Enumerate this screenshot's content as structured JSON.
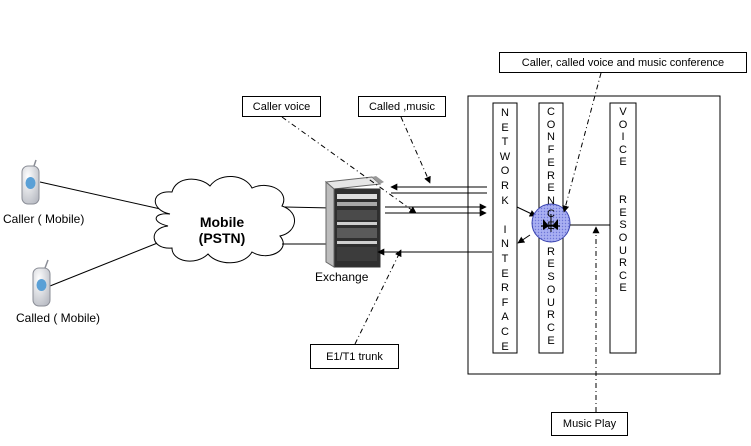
{
  "labels": {
    "caller_mobile": "Caller ( Mobile)",
    "called_mobile": "Called ( Mobile)",
    "cloud_line1": "Mobile",
    "cloud_line2": "(PSTN)",
    "exchange": "Exchange"
  },
  "callouts": {
    "caller_voice": "Caller voice",
    "called_music": "Called ,music",
    "conference": "Caller, called voice and  music conference",
    "e1t1": "E1/T1 trunk",
    "music_play": "Music Play"
  },
  "columns": {
    "network": "N\nE\nT\nW\nO\nR\nK\n \nI\nN\nT\nE\nR\nF\nA\nC\nE",
    "conference": "C\nO\nN\nF\nE\nR\nE\nN\nC\nE\n \nR\nE\nS\nO\nU\nR\nC\nE",
    "voice": "V\nO\nI\nC\nE\n \n \nR\nE\nS\nO\nU\nR\nC\nE"
  },
  "colors": {
    "phone_screen": "#5aa0d6",
    "conference_node": "#9fa6ee"
  },
  "icons": {
    "mobile_phone": "mobile-phone-icon",
    "exchange": "server-rack-icon",
    "conference_node": "conference-node-icon"
  }
}
